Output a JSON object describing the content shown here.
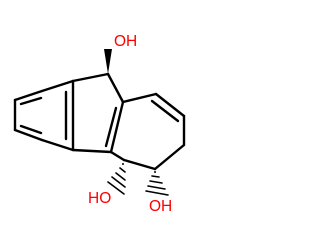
{
  "structure": {
    "atom_labels": {
      "top_hydroxyl": "OH",
      "bottom_left_hydroxyl": "HO",
      "bottom_right_hydroxyl": "OH"
    },
    "colors": {
      "bond": "#000000",
      "heteroatom": "#ff0000",
      "background": "#ffffff"
    }
  }
}
